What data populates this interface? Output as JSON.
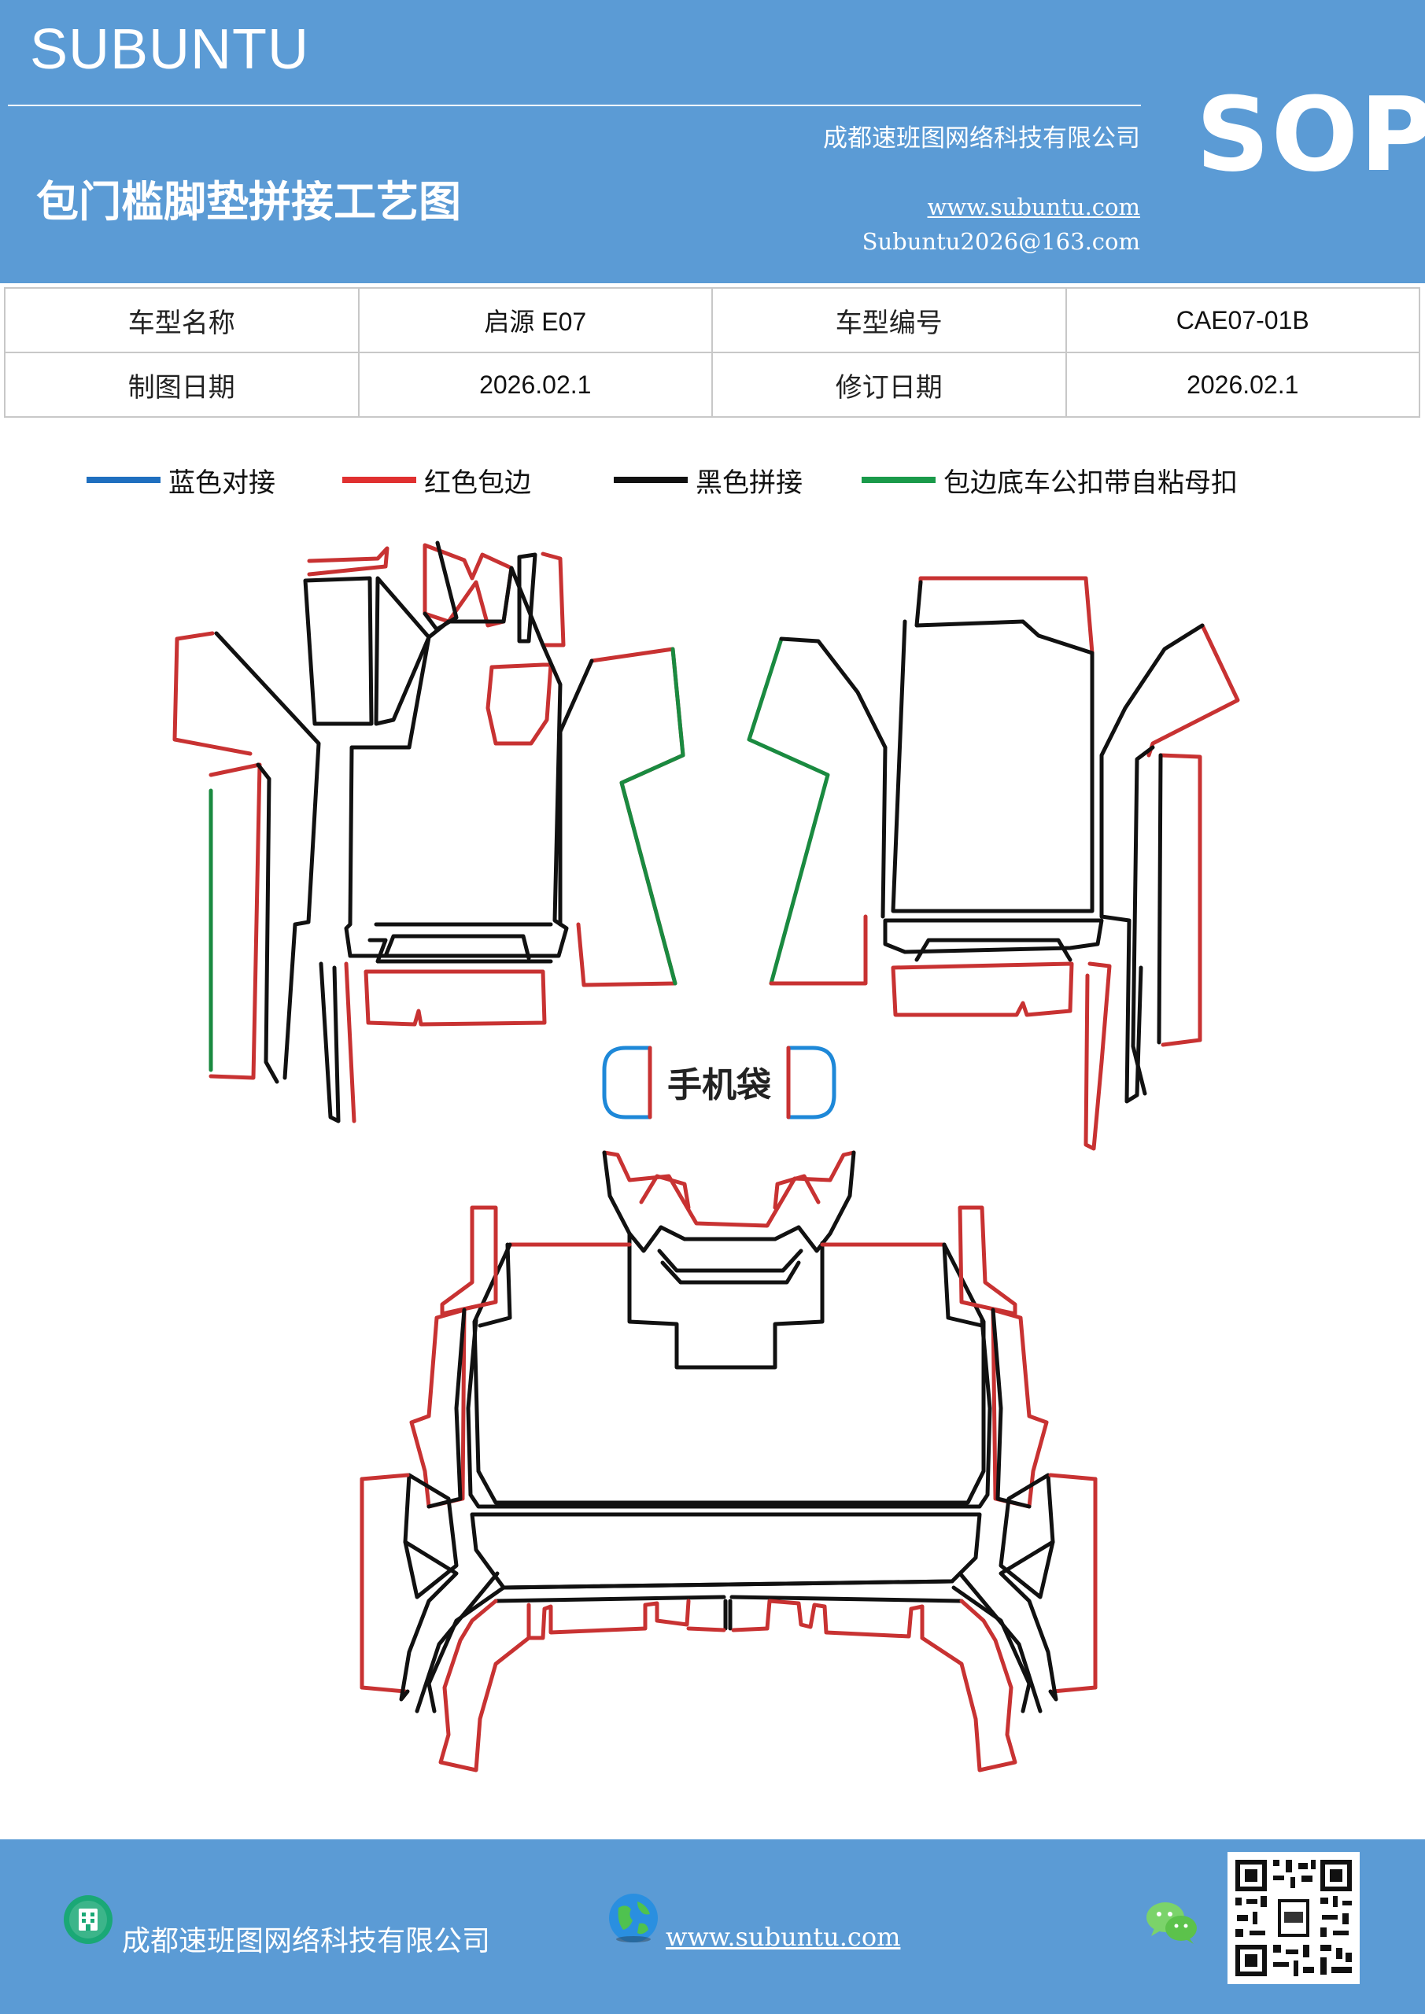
{
  "header": {
    "brand": "SUBUNTU",
    "company": "成都速班图网络科技有限公司",
    "title": "包门槛脚垫拼接工艺图",
    "website": "www.subuntu.com",
    "email": "Subuntu2026@163.com",
    "badge": "SOP"
  },
  "info_table": {
    "rows": [
      [
        {
          "text": "车型名称",
          "kind": "label"
        },
        {
          "text": "启源 E07",
          "kind": "value"
        },
        {
          "text": "车型编号",
          "kind": "label"
        },
        {
          "text": "CAE07-01B",
          "kind": "value"
        }
      ],
      [
        {
          "text": "制图日期",
          "kind": "label"
        },
        {
          "text": "2026.02.1",
          "kind": "value"
        },
        {
          "text": "修订日期",
          "kind": "label"
        },
        {
          "text": "2026.02.1",
          "kind": "value"
        }
      ]
    ]
  },
  "legend": [
    {
      "label": "蓝色对接",
      "color": "#1f6fbf"
    },
    {
      "label": "红色包边",
      "color": "#e03030"
    },
    {
      "label": "黑色拼接",
      "color": "#111111"
    },
    {
      "label": "包边底车公扣带自粘母扣",
      "color": "#1a9a4a"
    }
  ],
  "diagram": {
    "phone_pocket_label": "手机袋"
  },
  "colors": {
    "header_bg": "#5b9bd5",
    "red_edge": "#c83232",
    "green_edge": "#1a8a40",
    "blue_edge": "#1e88d8",
    "black_edge": "#111111"
  },
  "footer": {
    "company": "成都速班图网络科技有限公司",
    "website": "www.subuntu.com",
    "icons": [
      "building-icon",
      "globe-icon",
      "wechat-icon",
      "qr-code-icon"
    ]
  }
}
